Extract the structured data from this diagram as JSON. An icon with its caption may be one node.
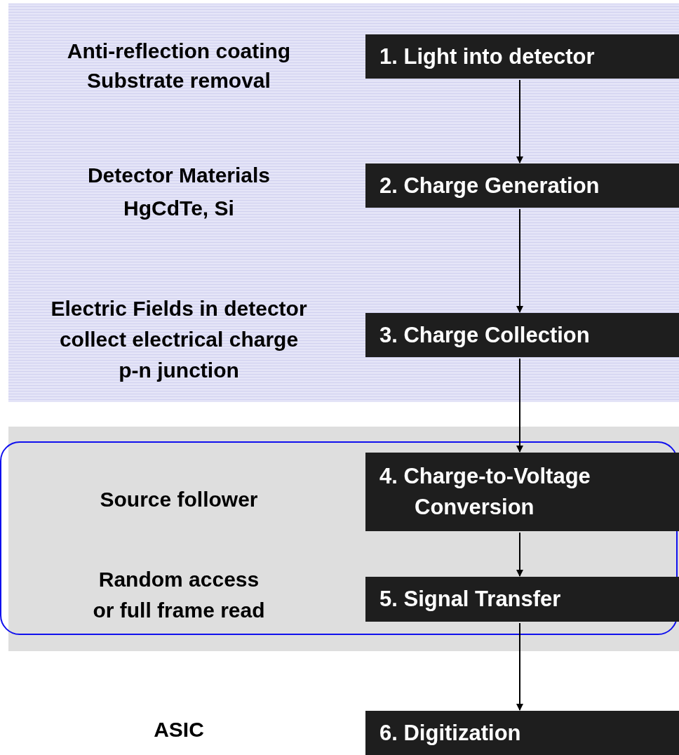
{
  "diagram": {
    "nodes": [
      {
        "text": [
          "1. Light into detector"
        ]
      },
      {
        "text": [
          "2. Charge Generation"
        ]
      },
      {
        "text": [
          "3. Charge Collection"
        ]
      },
      {
        "text": [],
        "shape": "box"
      },
      {
        "text": [
          "4. Charge-to-Voltage Conversion"
        ],
        "in": 3
      },
      {
        "text": [
          "5. Signal Transfer"
        ],
        "in": 3
      },
      {
        "text": [
          "6. Digitization"
        ]
      }
    ],
    "edges": [
      {
        "from": 0,
        "to": 1,
        "arrow": "to"
      },
      {
        "from": 1,
        "to": 2,
        "arrow": "to"
      },
      {
        "from": 2,
        "to": 4,
        "arrow": "to"
      },
      {
        "from": 4,
        "to": 5,
        "arrow": "to"
      },
      {
        "from": 5,
        "to": 6,
        "arrow": "to"
      }
    ],
    "labels": [
      "Anti-reflection coating",
      "Substrate removal",
      "Detector Materials",
      "HgCdTe, Si",
      "Electric Fields in detector",
      "collect electrical charge",
      "p-n junction",
      "Source follower",
      "Random access",
      "or full frame read",
      "ASIC"
    ]
  }
}
